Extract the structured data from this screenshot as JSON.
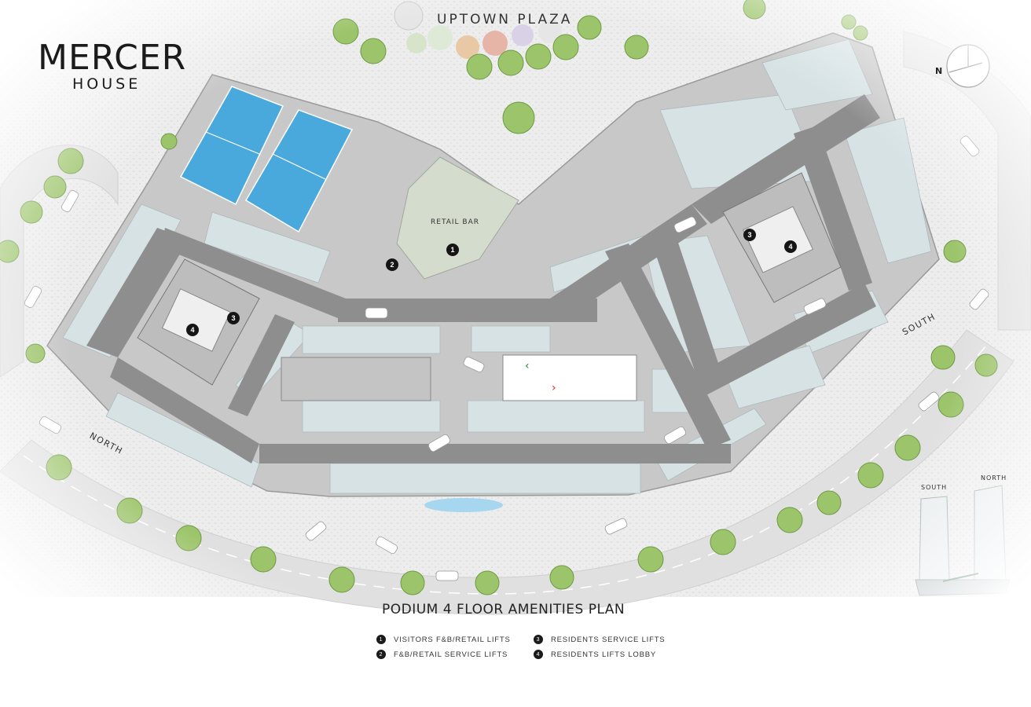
{
  "logo": {
    "line1": "MERCER",
    "line2": "HOUSE"
  },
  "plaza_label": "UPTOWN PLAZA",
  "plan_title": "PODIUM 4 FLOOR AMENITIES PLAN",
  "retail_bar_label": "RETAIL BAR",
  "road_labels": {
    "north": "NORTH",
    "south": "SOUTH"
  },
  "compass": {
    "label": "N"
  },
  "thumbnail": {
    "south_label": "SOUTH",
    "north_label": "NORTH"
  },
  "markers": [
    {
      "num": "1"
    },
    {
      "num": "2"
    },
    {
      "num": "3"
    },
    {
      "num": "4"
    },
    {
      "num": "3"
    },
    {
      "num": "4"
    }
  ],
  "legend": [
    {
      "num": "1",
      "label": "VISITORS F&B/RETAIL LIFTS"
    },
    {
      "num": "2",
      "label": "F&B/RETAIL SERVICE LIFTS"
    },
    {
      "num": "3",
      "label": "RESIDENTS SERVICE LIFTS"
    },
    {
      "num": "4",
      "label": "RESIDENTS LIFTS LOBBY"
    }
  ],
  "colors": {
    "road": "#8f8f8f",
    "parking": "#d8e4e6",
    "court": "#4aa9dc",
    "tree": "#9cc46a",
    "podium": "#c9c9c9",
    "landscape": "#e9e9e9"
  }
}
